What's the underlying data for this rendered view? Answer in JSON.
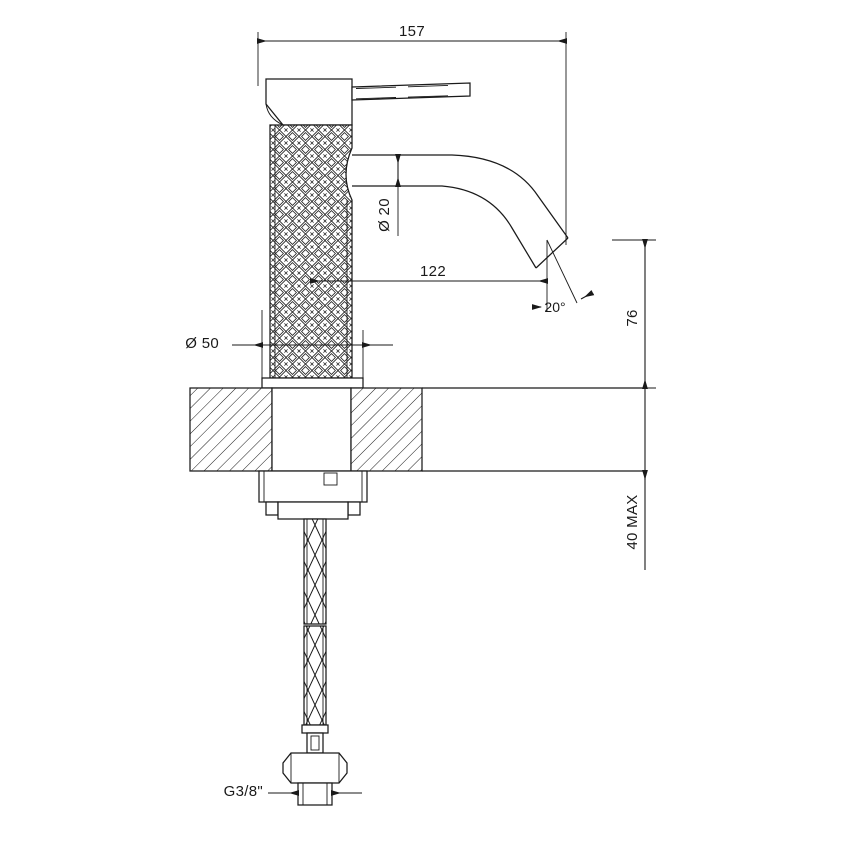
{
  "drawing": {
    "title": "Basin mixer tap technical dimension drawing",
    "units": "mm",
    "line_color": "#1a1a1a",
    "background_color": "#ffffff"
  },
  "dimensions": {
    "overall_width": "157",
    "spout_projection": "122",
    "spout_diameter": "Ø 20",
    "base_diameter": "Ø 50",
    "spout_height": "76",
    "max_counter_thickness": "40 MAX",
    "outlet_angle": "20°",
    "thread_size": "G3/8\""
  },
  "parts": {
    "lever_handle": "lever-handle",
    "knurled_body": "knurled-body",
    "spout": "curved-spout",
    "escutcheon": "base-escutcheon",
    "counter": "counter-section",
    "mounting_nut": "mounting-nut",
    "flex_hose": "braided-flex-hose",
    "hex_nut": "hex-nut",
    "tail_thread": "tail-thread"
  }
}
